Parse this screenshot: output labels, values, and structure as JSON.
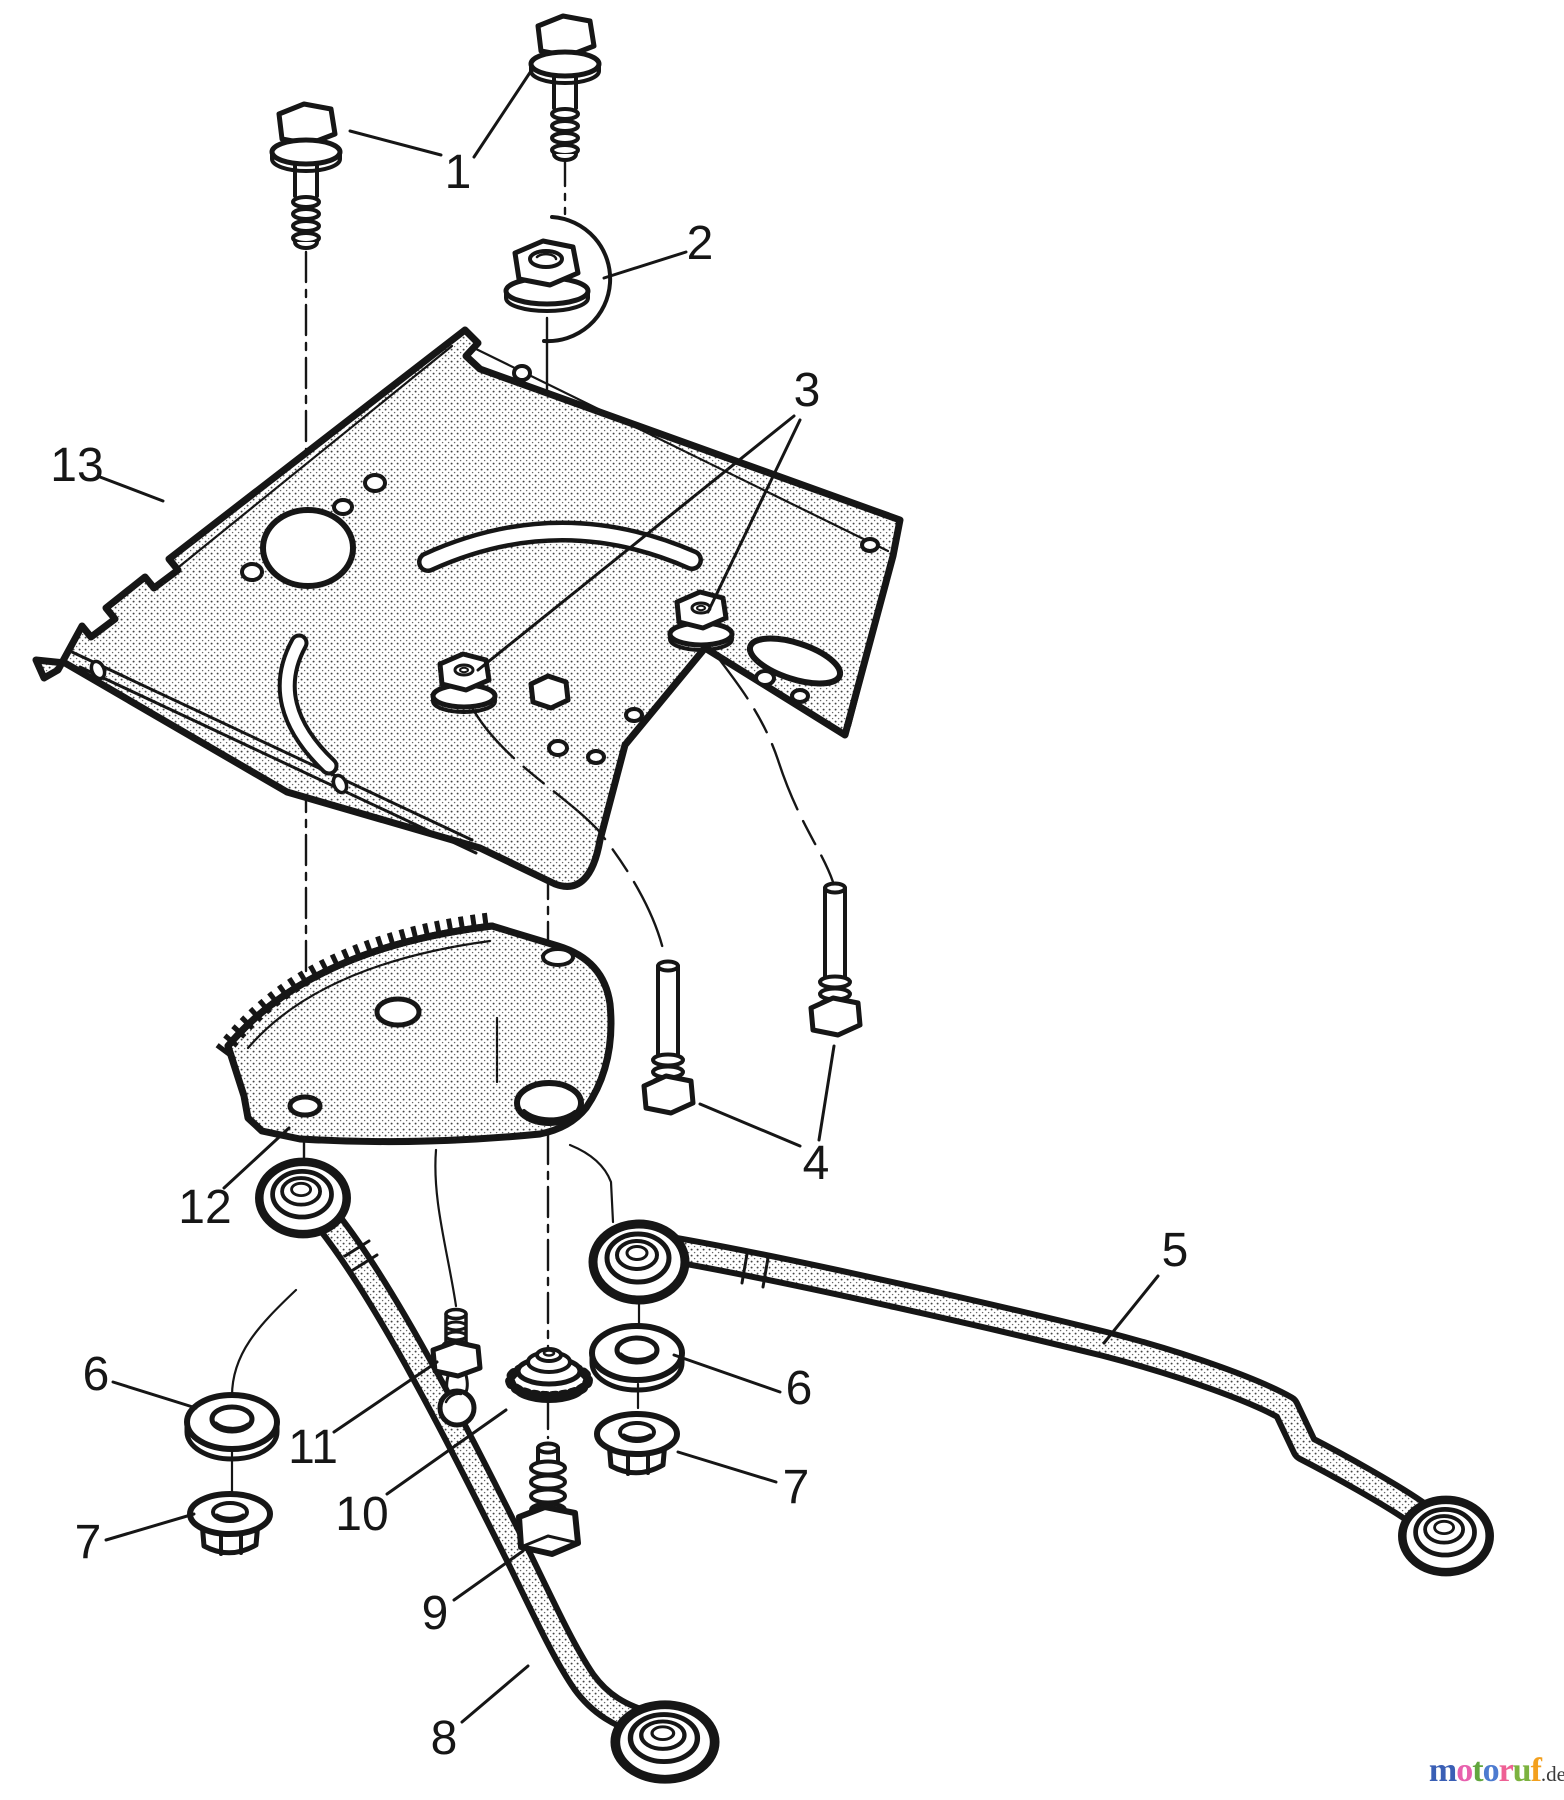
{
  "diagram": {
    "background_color": "#ffffff",
    "line_color": "#161616",
    "callouts": {
      "c1": "1",
      "c2": "2",
      "c3": "3",
      "c4": "4",
      "c5": "5",
      "c6_left": "6",
      "c6_right": "6",
      "c7_left": "7",
      "c7_right": "7",
      "c8": "8",
      "c9": "9",
      "c10": "10",
      "c11": "11",
      "c12": "12",
      "c13": "13"
    }
  },
  "logo": {
    "letters": [
      {
        "char": "m",
        "color": "#3a5fb5"
      },
      {
        "char": "o",
        "color": "#e860ae"
      },
      {
        "char": "t",
        "color": "#62a63e"
      },
      {
        "char": "o",
        "color": "#4d7bd0"
      },
      {
        "char": "r",
        "color": "#ee6094"
      },
      {
        "char": "u",
        "color": "#7cb23f"
      },
      {
        "char": "f",
        "color": "#f3a01e"
      }
    ],
    "suffix": ".de",
    "suffix_color": "#3a3a3a"
  }
}
